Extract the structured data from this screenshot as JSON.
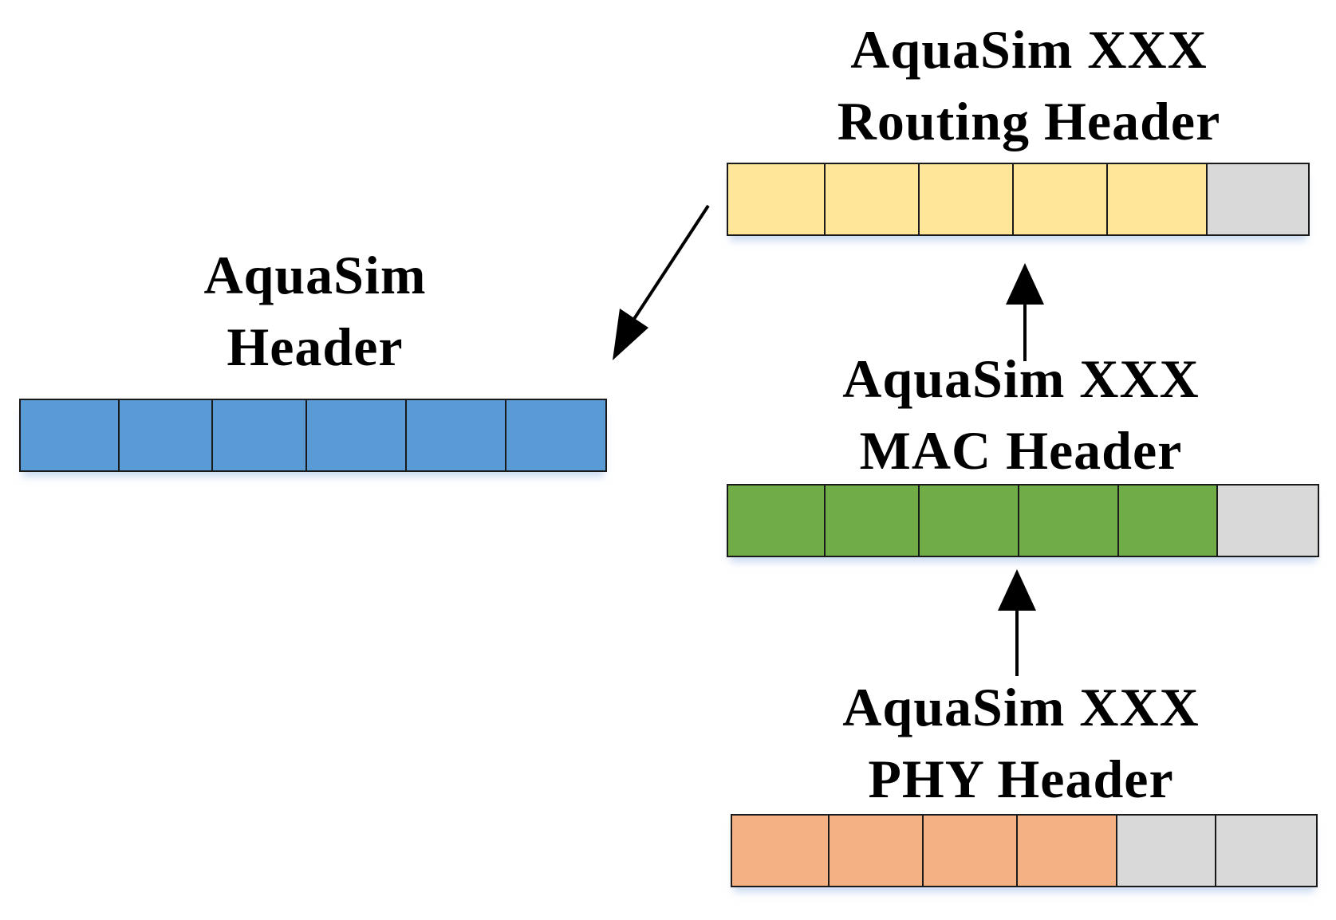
{
  "headers": {
    "aquasim": {
      "lines": [
        "AquaSim",
        "Header"
      ],
      "cells": [
        "blue",
        "blue",
        "blue",
        "blue",
        "blue",
        "blue"
      ]
    },
    "routing": {
      "lines": [
        "AquaSim XXX",
        "Routing Header"
      ],
      "cells": [
        "yellow",
        "yellow",
        "yellow",
        "yellow",
        "yellow",
        "gray"
      ]
    },
    "mac": {
      "lines": [
        "AquaSim XXX",
        "MAC Header"
      ],
      "cells": [
        "green",
        "green",
        "green",
        "green",
        "green",
        "gray"
      ]
    },
    "phy": {
      "lines": [
        "AquaSim XXX",
        "PHY Header"
      ],
      "cells": [
        "orange",
        "orange",
        "orange",
        "orange",
        "gray",
        "gray"
      ]
    }
  },
  "colors": {
    "blue": "#5b9bd5",
    "yellow": "#ffe699",
    "green": "#70ad47",
    "orange": "#f4b183",
    "gray": "#d9d9d9"
  }
}
